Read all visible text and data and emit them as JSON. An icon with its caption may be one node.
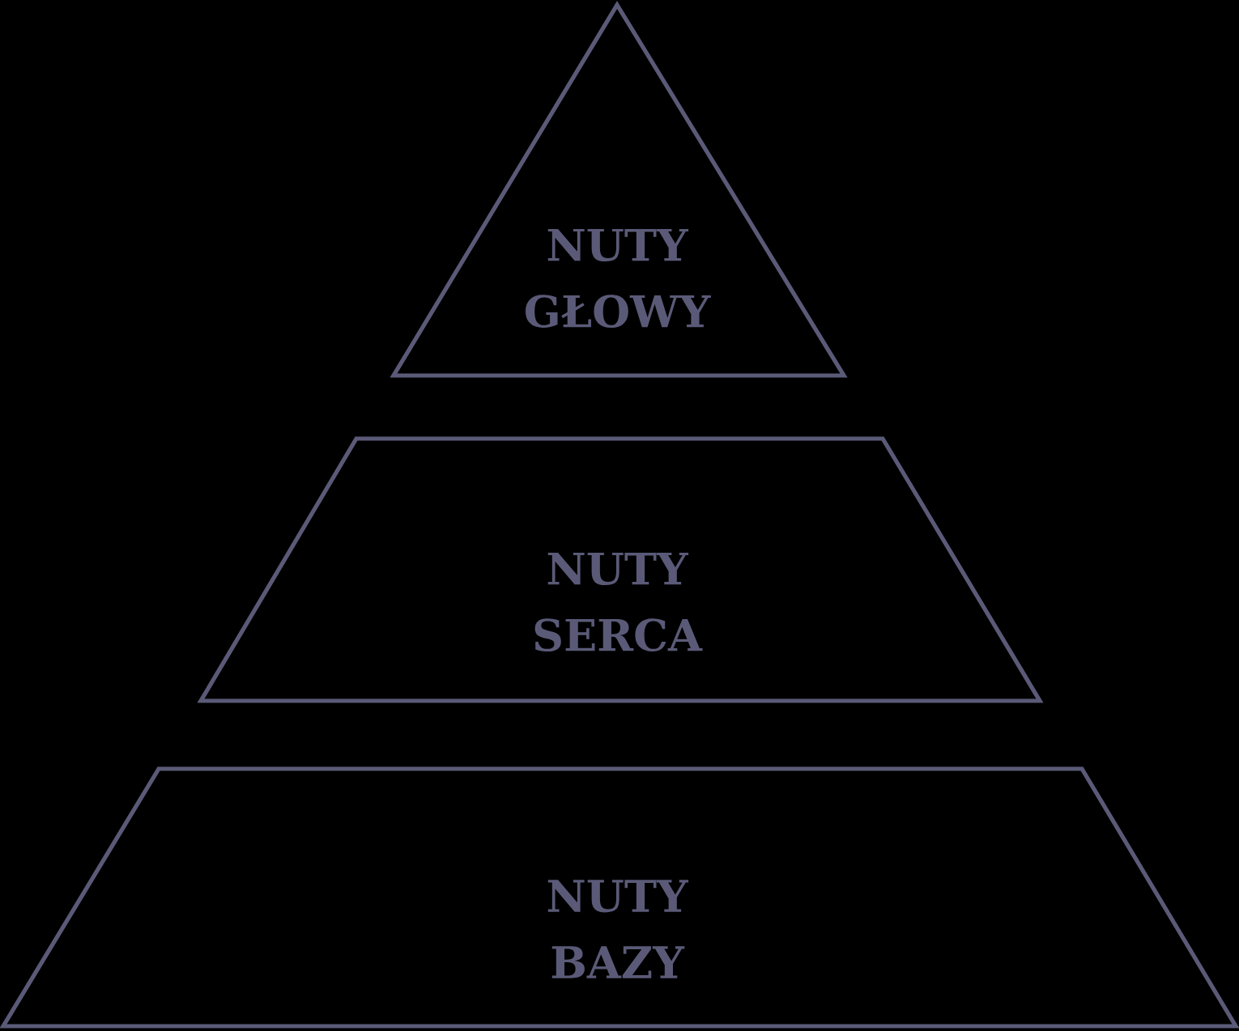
{
  "diagram": {
    "nodes": [
      {
        "text": [
          "NUTY GŁOWY"
        ]
      },
      {
        "text": [
          "NUTY SERCA"
        ]
      },
      {
        "text": [
          "NUTY BAZY"
        ]
      }
    ]
  }
}
